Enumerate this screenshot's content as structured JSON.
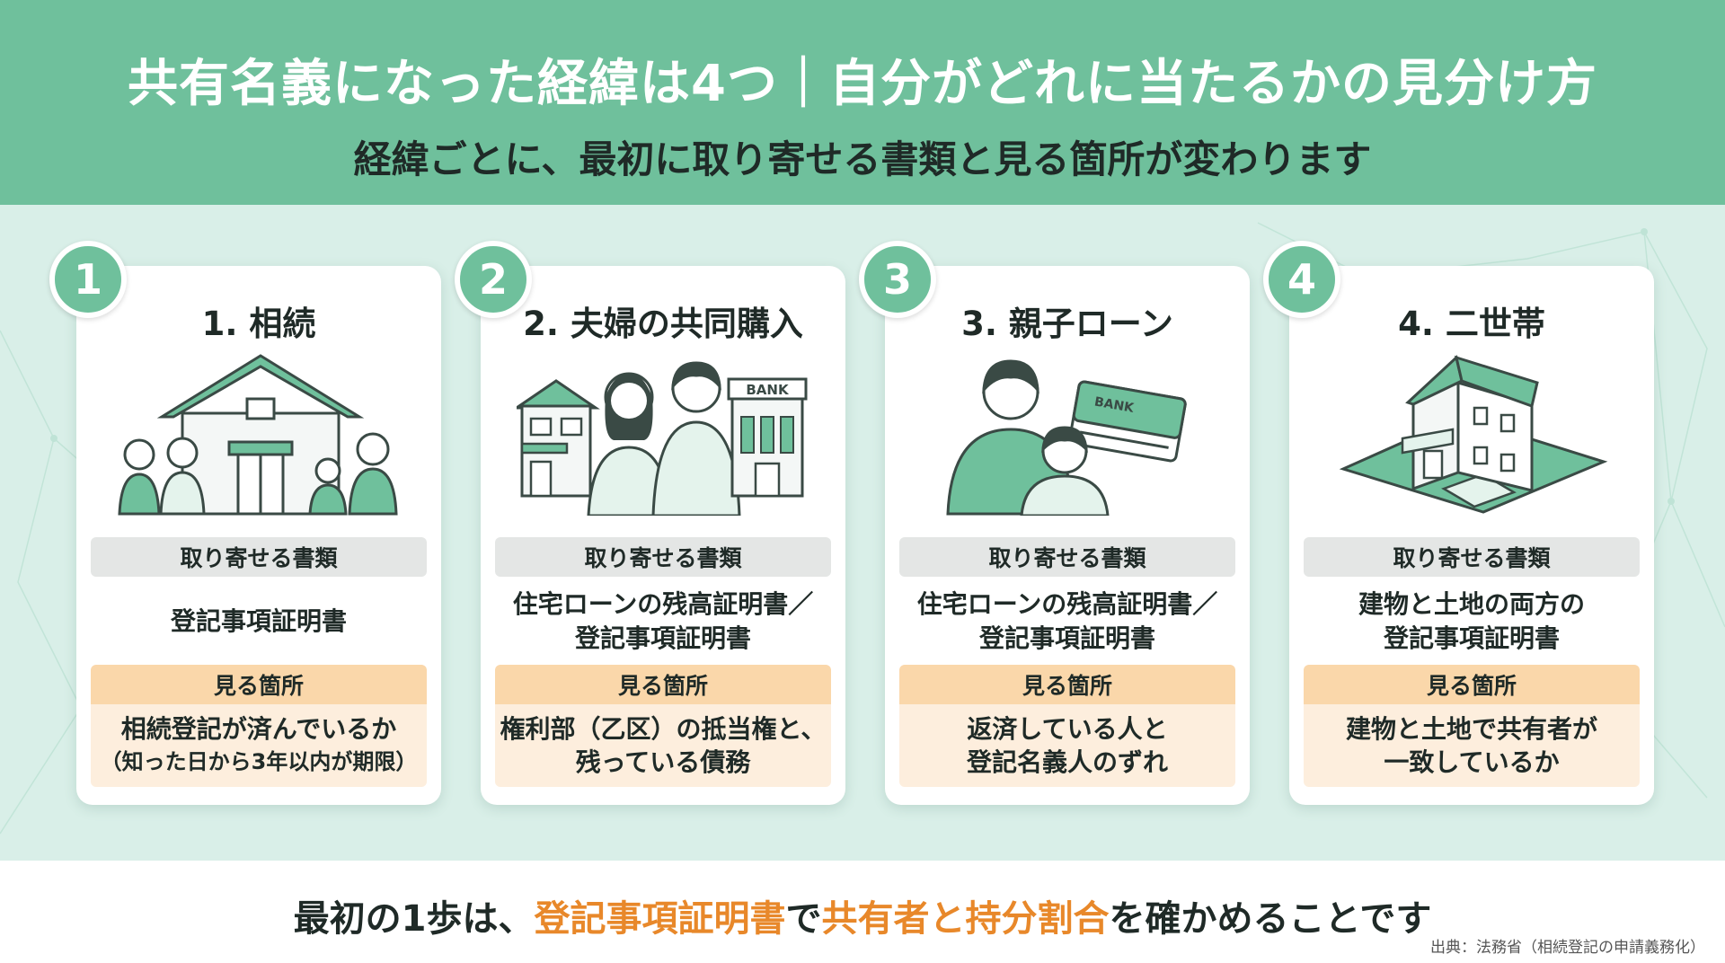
{
  "header": {
    "title": "共有名義になった経緯は4つ｜自分がどれに当たるかの見分け方",
    "subtitle": "経緯ごとに、最初に取り寄せる書類と見る箇所が変わります"
  },
  "colors": {
    "primary_green": "#6fc09c",
    "background_mint": "#d9efe8",
    "highlight_orange": "#e8882a",
    "label_orange": "#fad7aa",
    "point_box": "#fdeedd",
    "label_gray": "#e4e6e5"
  },
  "cards": [
    {
      "number": "1",
      "title": "1. 相続",
      "icon": "house-with-family-icon",
      "doc_label": "取り寄せる書類",
      "doc_lines": [
        "登記事項証明書"
      ],
      "point_label": "見る箇所",
      "point_lines": [
        "相続登記が済んでいるか"
      ],
      "point_note": "（知った日から3年以内が期限）"
    },
    {
      "number": "2",
      "title": "2. 夫婦の共同購入",
      "icon": "couple-house-bank-icon",
      "bank_text": "BANK",
      "doc_label": "取り寄せる書類",
      "doc_lines": [
        "住宅ローンの残高証明書／",
        "登記事項証明書"
      ],
      "point_label": "見る箇所",
      "point_lines": [
        "権利部（乙区）の抵当権と、",
        "残っている債務"
      ]
    },
    {
      "number": "3",
      "title": "3. 親子ローン",
      "icon": "parent-child-bankbook-icon",
      "bank_text": "BANK",
      "doc_label": "取り寄せる書類",
      "doc_lines": [
        "住宅ローンの残高証明書／",
        "登記事項証明書"
      ],
      "point_label": "見る箇所",
      "point_lines": [
        "返済している人と",
        "登記名義人のずれ"
      ]
    },
    {
      "number": "4",
      "title": "4. 二世帯",
      "icon": "two-family-house-on-land-icon",
      "doc_label": "取り寄せる書類",
      "doc_lines": [
        "建物と土地の両方の",
        "登記事項証明書"
      ],
      "point_label": "見る箇所",
      "point_lines": [
        "建物と土地で共有者が",
        "一致しているか"
      ]
    }
  ],
  "footer": {
    "message_parts": [
      "最初の1歩は、",
      "登記事項証明書",
      "で",
      "共有者と持分割合",
      "を確かめることです"
    ],
    "source": "出典：法務省（相続登記の申請義務化）"
  }
}
